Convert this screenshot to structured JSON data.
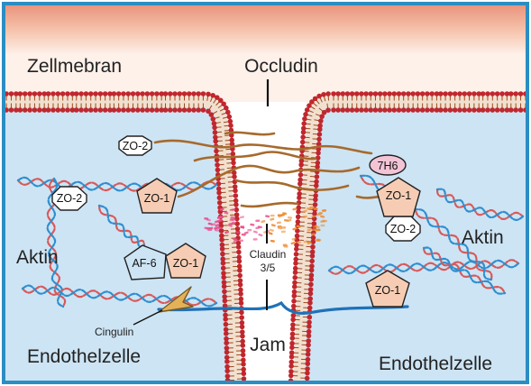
{
  "labels": {
    "zellmebran": "Zellmebran",
    "occludin": "Occludin",
    "aktin_left": "Aktin",
    "aktin_right": "Aktin",
    "claudin_line1": "Claudin",
    "claudin_line2": "3/5",
    "cingulin": "Cingulin",
    "jam": "Jam",
    "endothelzelle_left": "Endothelzelle",
    "endothelzelle_right": "Endothelzelle"
  },
  "proteins": {
    "zo2_top_left": "ZO-2",
    "zo2_mid_left": "ZO-2",
    "zo1_left": "ZO-1",
    "af6": "AF-6",
    "zo1_af6": "ZO-1",
    "seven_h6": "7H6",
    "zo1_right": "ZO-1",
    "zo2_right": "ZO-2",
    "zo1_lower_right": "ZO-1"
  },
  "colors": {
    "frame": "#2b8ec2",
    "cytoplasm": "#cde4f4",
    "extracellular_top": "#e9917a",
    "extracellular_fade": "#fdeee6",
    "lipid_head": "#c0272d",
    "lipid_tail": "#9a4a24",
    "occludin_strand": "#a66a2c",
    "zo1_fill": "#f6cdb4",
    "zo2_fill": "#ffffff",
    "seven_h6_fill": "#f2c4d6",
    "actin_red": "#d75a5a",
    "actin_blue": "#2f8fcf",
    "jam_strand": "#1f72b8",
    "cingulin_fill": "#e3b258",
    "claudin_pink": "#e94f8c",
    "claudin_orange": "#ef8b2e"
  }
}
